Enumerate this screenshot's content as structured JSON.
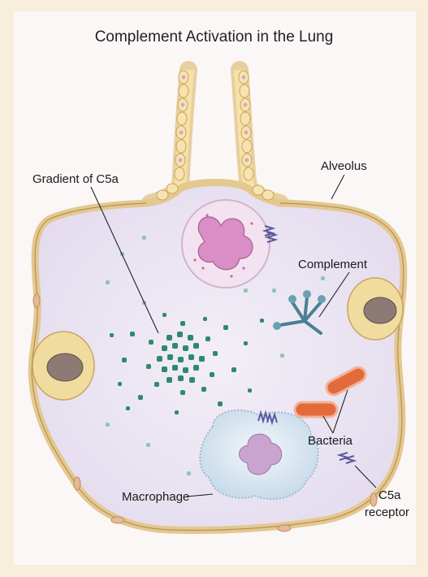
{
  "title": "Complement Activation in the Lung",
  "labels": {
    "gradient": "Gradient of C5a",
    "alveolus": "Alveolus",
    "complement": "Complement",
    "bacteria": "Bacteria",
    "macrophage": "Macrophage",
    "receptor_line1": "C5a",
    "receptor_line2": "receptor"
  },
  "colors": {
    "background": "#f7eedb",
    "alveolar_fill": "#ece6f2",
    "membrane": "#e8cfa0",
    "c5a": "#2e8a6e",
    "bacteria": "#e36b3b",
    "neutrophil": "#d98ec6",
    "macrophage": "#dde8f2",
    "complement": "#4b7f93",
    "receptor": "#5a5a9e"
  }
}
